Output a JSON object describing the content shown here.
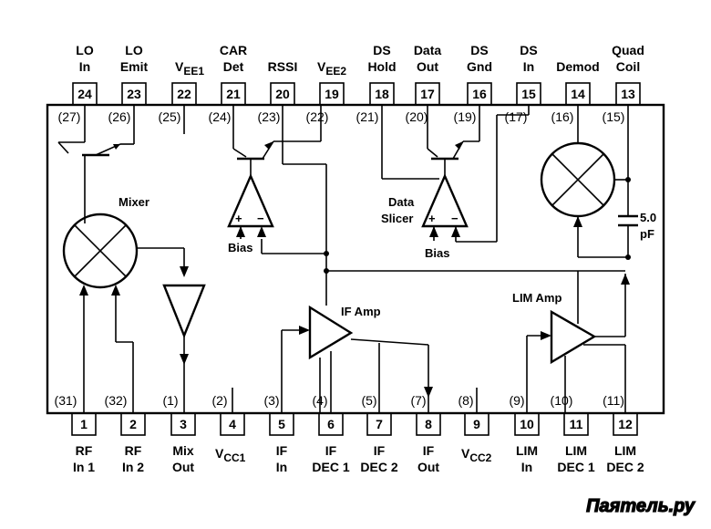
{
  "top_pins": [
    {
      "num": "24",
      "label": [
        "LO",
        "In"
      ],
      "internal": "(27)"
    },
    {
      "num": "23",
      "label": [
        "LO",
        "Emit"
      ],
      "internal": "(26)"
    },
    {
      "num": "22",
      "label": [
        "V",
        "EE1"
      ],
      "internal": "(25)"
    },
    {
      "num": "21",
      "label": [
        "CAR",
        "Det"
      ],
      "internal": "(24)"
    },
    {
      "num": "20",
      "label": [
        "",
        "RSSI"
      ],
      "internal": "(23)"
    },
    {
      "num": "19",
      "label": [
        "V",
        "EE2"
      ],
      "internal": "(22)"
    },
    {
      "num": "18",
      "label": [
        "DS",
        "Hold"
      ],
      "internal": "(21)"
    },
    {
      "num": "17",
      "label": [
        "Data",
        "Out"
      ],
      "internal": "(20)"
    },
    {
      "num": "16",
      "label": [
        "DS",
        "Gnd"
      ],
      "internal": "(19)"
    },
    {
      "num": "15",
      "label": [
        "DS",
        "In"
      ],
      "internal": "(17)"
    },
    {
      "num": "14",
      "label": [
        "",
        "Demod"
      ],
      "internal": "(16)"
    },
    {
      "num": "13",
      "label": [
        "Quad",
        "Coil"
      ],
      "internal": "(15)"
    }
  ],
  "bottom_pins": [
    {
      "num": "1",
      "label": [
        "RF",
        "In 1"
      ],
      "internal": "(31)"
    },
    {
      "num": "2",
      "label": [
        "RF",
        "In 2"
      ],
      "internal": "(32)"
    },
    {
      "num": "3",
      "label": [
        "Mix",
        "Out"
      ],
      "internal": "(1)"
    },
    {
      "num": "4",
      "label": [
        "V",
        "CC1"
      ],
      "internal": "(2)"
    },
    {
      "num": "5",
      "label": [
        "IF",
        "In"
      ],
      "internal": "(3)"
    },
    {
      "num": "6",
      "label": [
        "IF",
        "DEC 1"
      ],
      "internal": "(4)"
    },
    {
      "num": "7",
      "label": [
        "IF",
        "DEC 2"
      ],
      "internal": "(5)"
    },
    {
      "num": "8",
      "label": [
        "IF",
        "Out"
      ],
      "internal": "(7)"
    },
    {
      "num": "9",
      "label": [
        "V",
        "CC2"
      ],
      "internal": "(8)"
    },
    {
      "num": "10",
      "label": [
        "LIM",
        "In"
      ],
      "internal": "(9)"
    },
    {
      "num": "11",
      "label": [
        "LIM",
        "DEC 1"
      ],
      "internal": "(10)"
    },
    {
      "num": "12",
      "label": [
        "LIM",
        "DEC 2"
      ],
      "internal": "(11)"
    }
  ],
  "blocks": {
    "mixer": "Mixer",
    "bias_left": "Bias",
    "bias_right": "Bias",
    "data_slicer_1": "Data",
    "data_slicer_2": "Slicer",
    "if_amp": "IF Amp",
    "lim_amp": "LIM Amp",
    "cap_value_1": "5.0",
    "cap_value_2": "pF",
    "plus": "+",
    "minus": "−"
  },
  "watermark": "Паятель.ру"
}
